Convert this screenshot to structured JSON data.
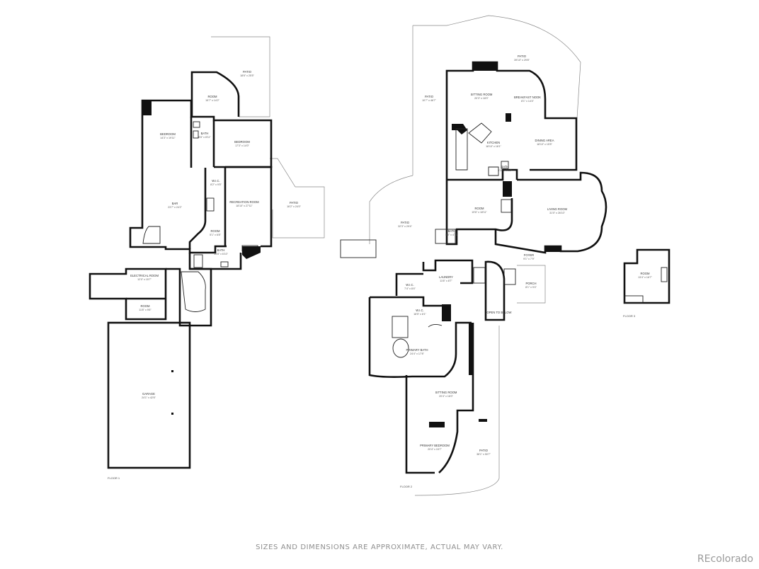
{
  "rooms": [
    {
      "id": "f1-patio",
      "name": "PATIO",
      "dims": "18'6\" x 25'5\""
    },
    {
      "id": "f1-room-top",
      "name": "ROOM",
      "dims": "15'7\" x 14'2\""
    },
    {
      "id": "f1-bedroom-left",
      "name": "BEDROOM",
      "dims": "14'3\" x 19'11\""
    },
    {
      "id": "f1-bath-top",
      "name": "BATH",
      "dims": "8'6\" x 8'11\""
    },
    {
      "id": "f1-bedroom-right",
      "name": "BEDROOM",
      "dims": "17'3\" x 14'0\""
    },
    {
      "id": "f1-wic",
      "name": "W.I.C.",
      "dims": "8'2\" x 9'5\""
    },
    {
      "id": "f1-bar",
      "name": "BAR",
      "dims": "23'7\" x 24'2\""
    },
    {
      "id": "f1-rec",
      "name": "RECREATION ROOM",
      "dims": "18'10\" x 27'11\""
    },
    {
      "id": "f1-patio-right",
      "name": "PATIO",
      "dims": "16'2\" x 24'0\""
    },
    {
      "id": "f1-room-mid",
      "name": "ROOM",
      "dims": "5'1\" x 6'8\""
    },
    {
      "id": "f1-bath-low",
      "name": "BATH",
      "dims": "14'8\" x 6'10\""
    },
    {
      "id": "f1-electrical",
      "name": "ELECTRICAL ROOM",
      "dims": "12'0\" x 15'7\""
    },
    {
      "id": "f1-room-low",
      "name": "ROOM",
      "dims": "11'8\" x 9'6\""
    },
    {
      "id": "f1-garage",
      "name": "GARAGE",
      "dims": "24'1\" x 42'6\""
    },
    {
      "id": "f2-patio-left",
      "name": "PATIO",
      "dims": "10'7\" x 46'7\""
    },
    {
      "id": "f2-patio-top",
      "name": "PATIO",
      "dims": "39'10\" x 29'8\""
    },
    {
      "id": "f2-sitting",
      "name": "SITTING ROOM",
      "dims": "20'3\" x 18'0\""
    },
    {
      "id": "f2-breakfast",
      "name": "BREAKFAST NOOK",
      "dims": "8'1\" x 14'4\""
    },
    {
      "id": "f2-kitchen",
      "name": "KITCHEN",
      "dims": "18'10\" x 18'1\""
    },
    {
      "id": "f2-dining",
      "name": "DINING AREA",
      "dims": "18'10\" x 15'5\""
    },
    {
      "id": "f2-bath-k",
      "name": "BATH",
      "dims": "5'10\" x 5'10\""
    },
    {
      "id": "f2-room",
      "name": "ROOM",
      "dims": "19'6\" x 18'11\""
    },
    {
      "id": "f2-living",
      "name": "LIVING ROOM",
      "dims": "31'0\" x 26'10\""
    },
    {
      "id": "f2-patio-west",
      "name": "PATIO",
      "dims": "32'3\" x 29'4\""
    },
    {
      "id": "f2-bath-small",
      "name": "BATH",
      "dims": "5'9\" x 4'10\""
    },
    {
      "id": "f2-foyer",
      "name": "FOYER",
      "dims": "9'1\" x 7'9\""
    },
    {
      "id": "f2-wic1",
      "name": "W.I.C.",
      "dims": "7'4\" x 8'4\""
    },
    {
      "id": "f2-laundry",
      "name": "LAUNDRY",
      "dims": "11'6\" x 8'7\""
    },
    {
      "id": "f2-porch",
      "name": "PORCH",
      "dims": "8'1\" x 9'4\""
    },
    {
      "id": "f2-wic2",
      "name": "W.I.C.",
      "dims": "18'5\" x 8'1\""
    },
    {
      "id": "f2-open",
      "name": "OPEN TO BELOW",
      "dims": ""
    },
    {
      "id": "f2-primary-bath",
      "name": "PRIMARY BATH",
      "dims": "24'4\" x 17'8\""
    },
    {
      "id": "f2-sitting2",
      "name": "SITTING ROOM",
      "dims": "20'4\" x 16'0\""
    },
    {
      "id": "f2-primary-bed",
      "name": "PRIMARY BEDROOM",
      "dims": "20'4\" x 15'7\""
    },
    {
      "id": "f2-patio-bed",
      "name": "PATIO",
      "dims": "38'1\" x 50'7\""
    },
    {
      "id": "f3-room",
      "name": "ROOM",
      "dims": "13'4\" x 16'7\""
    }
  ],
  "floors": {
    "floor1": "FLOOR 1",
    "floor2": "FLOOR 2",
    "floor3": "FLOOR 3"
  },
  "footer": {
    "disclaimer": "SIZES AND DIMENSIONS ARE APPROXIMATE, ACTUAL MAY VARY.",
    "brand": "REcolorado"
  }
}
